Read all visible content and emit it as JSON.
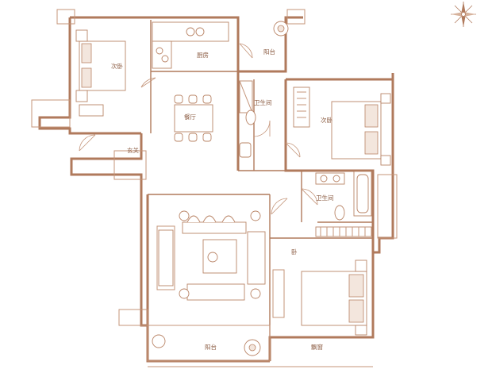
{
  "rooms": {
    "bedroom_nw": "次卧",
    "kitchen": "厨房",
    "balcony_north": "阳台",
    "dining": "餐厅",
    "bathroom_1": "卫生间",
    "bedroom_ne": "次卧",
    "entrance": "玄关",
    "bathroom_2": "卫生间",
    "master_bedroom": "卧",
    "balcony_south": "阳台",
    "bay_window": "飘窗"
  },
  "icons": {
    "compass": "compass-rose-icon"
  },
  "colors": {
    "wall": "#b07a5c",
    "furniture_stroke": "#b98466",
    "label": "#8a5a40"
  }
}
